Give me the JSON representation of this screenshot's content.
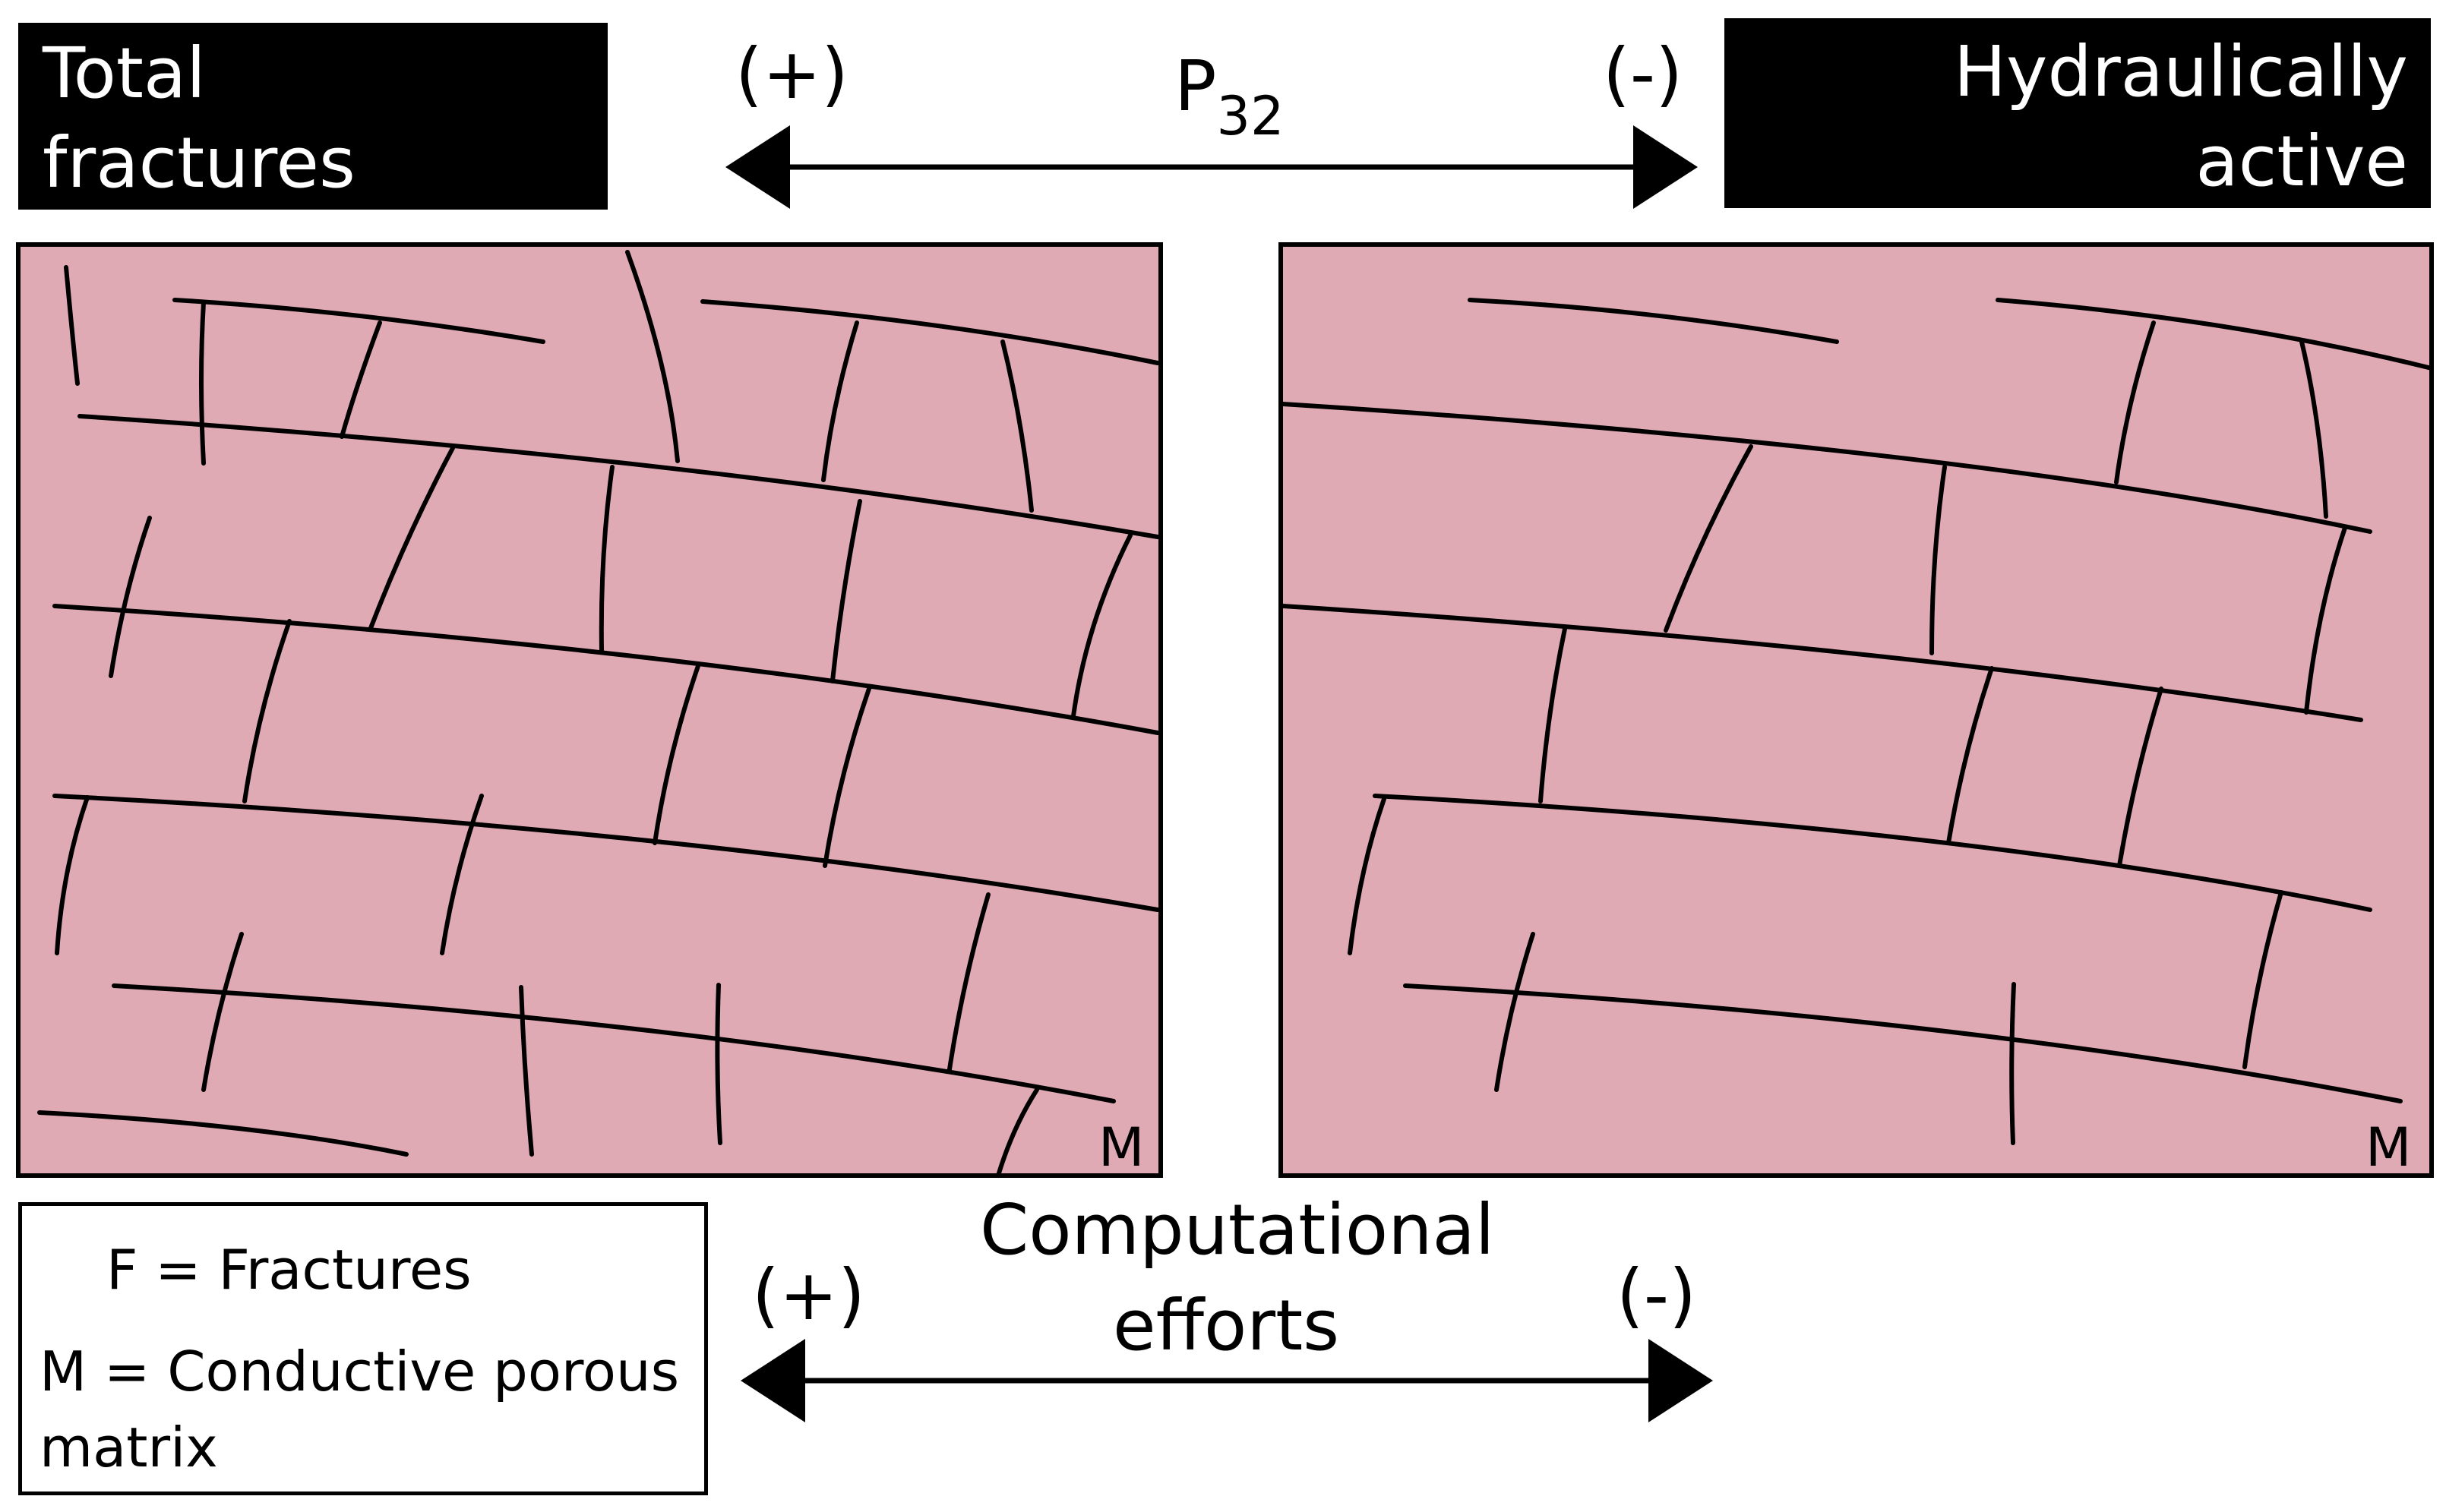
{
  "labels": {
    "left_title_line1": "Total",
    "left_title_line2": "fractures",
    "right_title_line1": "Hydraulically active",
    "right_title_line2": "fractures",
    "p32_main": "P",
    "p32_sub": "32",
    "plus_top": "(+)",
    "minus_top": "(-)",
    "matrix_marker_left": "M",
    "matrix_marker_right": "M",
    "computational_line1": "Computational",
    "computational_line2": "efforts",
    "plus_bottom": "(+)",
    "minus_bottom": "(-)"
  },
  "legend": {
    "fracture_text": "F = Fractures",
    "matrix_text_line1": "M = Conductive porous",
    "matrix_text_line2": "matrix"
  },
  "colors": {
    "matrix_fill": "#dfaab4",
    "line": "#000000"
  }
}
